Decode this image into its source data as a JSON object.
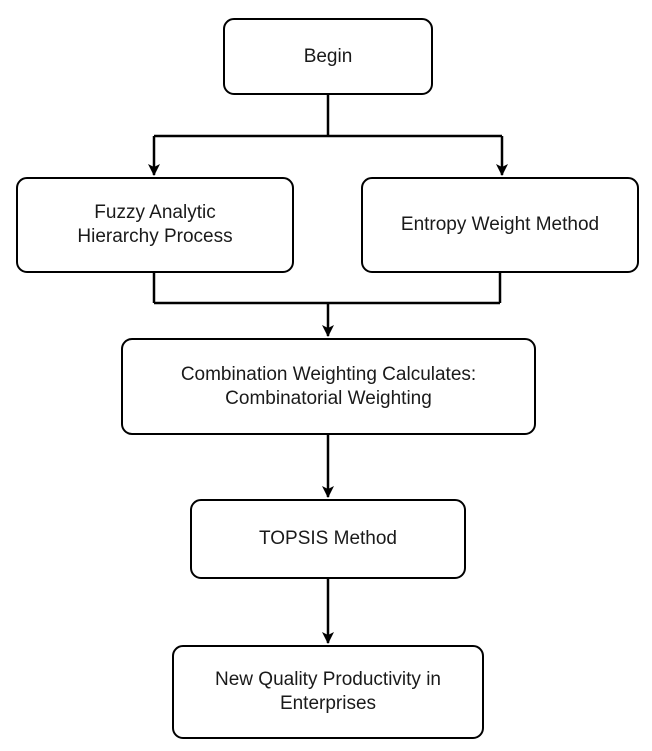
{
  "nodes": {
    "begin": {
      "lines": [
        "Begin"
      ]
    },
    "fahp": {
      "lines": [
        "Fuzzy Analytic",
        "Hierarchy Process"
      ]
    },
    "entropy": {
      "lines": [
        "Entropy Weight Method"
      ]
    },
    "combination": {
      "lines": [
        "Combination Weighting Calculates:",
        "Combinatorial Weighting"
      ]
    },
    "topsis": {
      "lines": [
        "TOPSIS Method"
      ]
    },
    "result": {
      "lines": [
        "New Quality Productivity in",
        "Enterprises"
      ]
    }
  },
  "edges": [
    {
      "from": "begin",
      "to": "fahp"
    },
    {
      "from": "begin",
      "to": "entropy"
    },
    {
      "from": "fahp",
      "to": "combination"
    },
    {
      "from": "entropy",
      "to": "combination"
    },
    {
      "from": "combination",
      "to": "topsis"
    },
    {
      "from": "topsis",
      "to": "result"
    }
  ],
  "colors": {
    "stroke": "#000000",
    "text": "#1a1a1a",
    "fill": "#ffffff"
  }
}
